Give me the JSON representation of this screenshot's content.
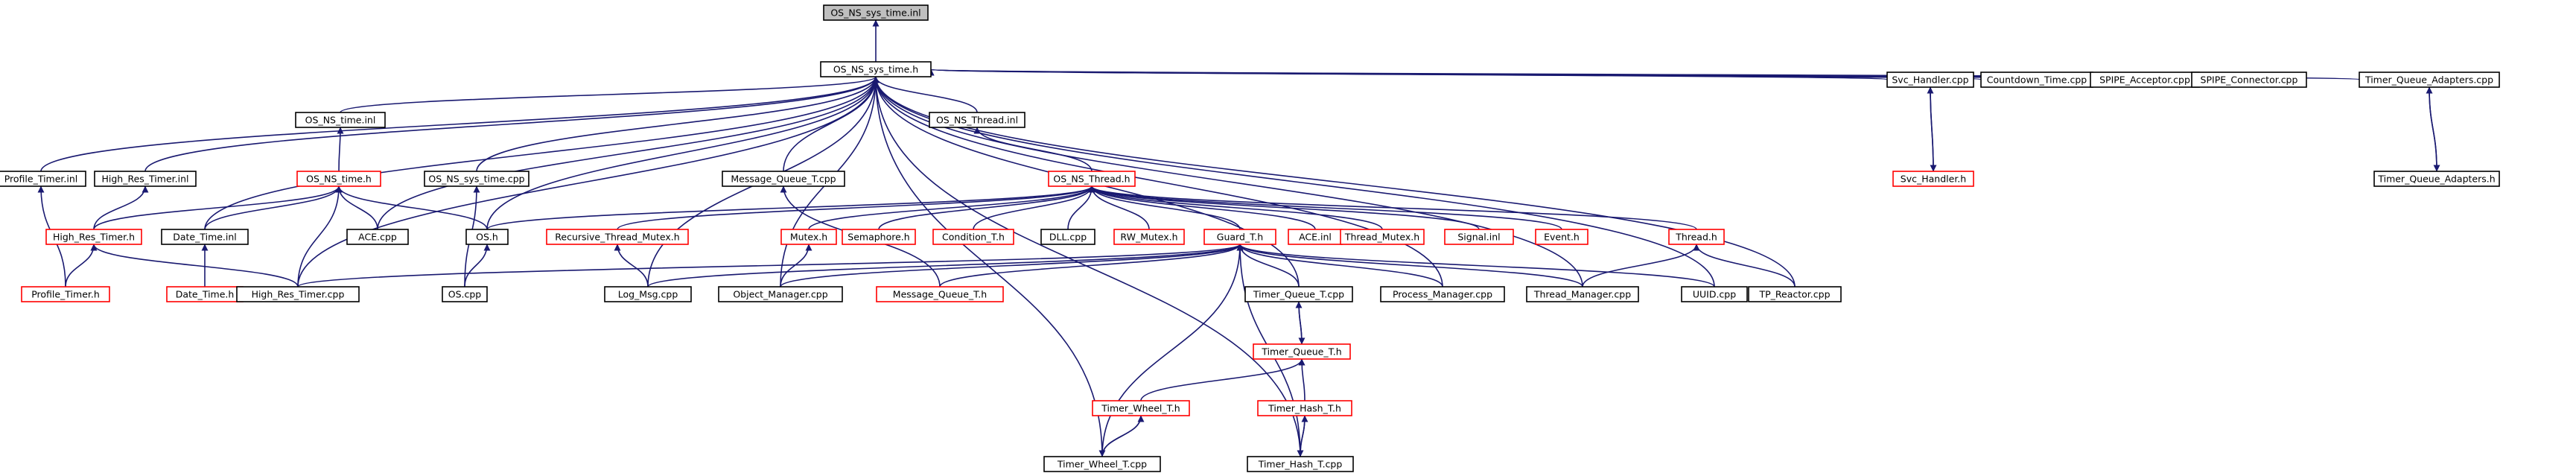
{
  "colors": {
    "edge": "#191970",
    "normal_border": "#000000",
    "missing_border": "#ff0000",
    "root_fill": "#bfbfbf",
    "background": "#ffffff"
  },
  "nodes": [
    {
      "id": "n00",
      "label": "OS_NS_sys_time.inl",
      "style": "root"
    },
    {
      "id": "n01",
      "label": "OS_NS_sys_time.h",
      "style": "normal"
    },
    {
      "id": "n02",
      "label": "OS_NS_time.inl",
      "style": "normal"
    },
    {
      "id": "n03",
      "label": "OS_NS_Thread.inl",
      "style": "normal"
    },
    {
      "id": "n04",
      "label": "Svc_Handler.cpp",
      "style": "normal"
    },
    {
      "id": "n05",
      "label": "Countdown_Time.cpp",
      "style": "normal"
    },
    {
      "id": "n06",
      "label": "SPIPE_Acceptor.cpp",
      "style": "normal"
    },
    {
      "id": "n07",
      "label": "SPIPE_Connector.cpp",
      "style": "normal"
    },
    {
      "id": "n08",
      "label": "Timer_Queue_Adapters.cpp",
      "style": "normal"
    },
    {
      "id": "n09",
      "label": "Profile_Timer.inl",
      "style": "normal"
    },
    {
      "id": "n10",
      "label": "High_Res_Timer.inl",
      "style": "normal"
    },
    {
      "id": "n11",
      "label": "OS_NS_time.h",
      "style": "missing"
    },
    {
      "id": "n12",
      "label": "OS_NS_sys_time.cpp",
      "style": "normal"
    },
    {
      "id": "n13",
      "label": "Message_Queue_T.cpp",
      "style": "normal"
    },
    {
      "id": "n14",
      "label": "OS_NS_Thread.h",
      "style": "missing"
    },
    {
      "id": "n15",
      "label": "Svc_Handler.h",
      "style": "missing"
    },
    {
      "id": "n16",
      "label": "Timer_Queue_Adapters.h",
      "style": "normal"
    },
    {
      "id": "n17",
      "label": "High_Res_Timer.h",
      "style": "missing"
    },
    {
      "id": "n18",
      "label": "Date_Time.inl",
      "style": "normal"
    },
    {
      "id": "n19",
      "label": "ACE.cpp",
      "style": "normal"
    },
    {
      "id": "n20",
      "label": "OS.h",
      "style": "normal"
    },
    {
      "id": "n21",
      "label": "Recursive_Thread_Mutex.h",
      "style": "missing"
    },
    {
      "id": "n22",
      "label": "Mutex.h",
      "style": "missing"
    },
    {
      "id": "n23",
      "label": "Semaphore.h",
      "style": "missing"
    },
    {
      "id": "n24",
      "label": "Condition_T.h",
      "style": "missing"
    },
    {
      "id": "n25",
      "label": "DLL.cpp",
      "style": "normal"
    },
    {
      "id": "n26",
      "label": "RW_Mutex.h",
      "style": "missing"
    },
    {
      "id": "n27",
      "label": "Guard_T.h",
      "style": "missing"
    },
    {
      "id": "n28",
      "label": "ACE.inl",
      "style": "missing"
    },
    {
      "id": "n29",
      "label": "Thread_Mutex.h",
      "style": "missing"
    },
    {
      "id": "n30",
      "label": "Signal.inl",
      "style": "missing"
    },
    {
      "id": "n31",
      "label": "Event.h",
      "style": "missing"
    },
    {
      "id": "n32",
      "label": "Thread.h",
      "style": "missing"
    },
    {
      "id": "n33",
      "label": "Profile_Timer.h",
      "style": "missing"
    },
    {
      "id": "n34",
      "label": "Date_Time.h",
      "style": "missing"
    },
    {
      "id": "n35",
      "label": "High_Res_Timer.cpp",
      "style": "normal"
    },
    {
      "id": "n36",
      "label": "OS.cpp",
      "style": "normal"
    },
    {
      "id": "n37",
      "label": "Log_Msg.cpp",
      "style": "normal"
    },
    {
      "id": "n38",
      "label": "Object_Manager.cpp",
      "style": "normal"
    },
    {
      "id": "n39",
      "label": "Message_Queue_T.h",
      "style": "missing"
    },
    {
      "id": "n40",
      "label": "Timer_Queue_T.cpp",
      "style": "normal"
    },
    {
      "id": "n41",
      "label": "Process_Manager.cpp",
      "style": "normal"
    },
    {
      "id": "n42",
      "label": "Thread_Manager.cpp",
      "style": "normal"
    },
    {
      "id": "n43",
      "label": "UUID.cpp",
      "style": "normal"
    },
    {
      "id": "n44",
      "label": "TP_Reactor.cpp",
      "style": "normal"
    },
    {
      "id": "n45",
      "label": "Timer_Queue_T.h",
      "style": "missing"
    },
    {
      "id": "n46",
      "label": "Timer_Wheel_T.h",
      "style": "missing"
    },
    {
      "id": "n47",
      "label": "Timer_Hash_T.h",
      "style": "missing"
    },
    {
      "id": "n48",
      "label": "Timer_Wheel_T.cpp",
      "style": "normal"
    },
    {
      "id": "n49",
      "label": "Timer_Hash_T.cpp",
      "style": "normal"
    }
  ],
  "edges": [
    {
      "from": "n01",
      "to": "n00"
    },
    {
      "from": "n02",
      "to": "n01"
    },
    {
      "from": "n03",
      "to": "n01"
    },
    {
      "from": "n04",
      "to": "n01"
    },
    {
      "from": "n05",
      "to": "n01"
    },
    {
      "from": "n06",
      "to": "n01"
    },
    {
      "from": "n07",
      "to": "n01"
    },
    {
      "from": "n08",
      "to": "n01"
    },
    {
      "from": "n09",
      "to": "n01"
    },
    {
      "from": "n10",
      "to": "n01"
    },
    {
      "from": "n12",
      "to": "n01"
    },
    {
      "from": "n13",
      "to": "n01"
    },
    {
      "from": "n18",
      "to": "n01"
    },
    {
      "from": "n19",
      "to": "n01"
    },
    {
      "from": "n20",
      "to": "n01"
    },
    {
      "from": "n35",
      "to": "n01"
    },
    {
      "from": "n37",
      "to": "n01"
    },
    {
      "from": "n38",
      "to": "n01"
    },
    {
      "from": "n40",
      "to": "n01"
    },
    {
      "from": "n41",
      "to": "n01"
    },
    {
      "from": "n42",
      "to": "n01"
    },
    {
      "from": "n43",
      "to": "n01"
    },
    {
      "from": "n44",
      "to": "n01"
    },
    {
      "from": "n48",
      "to": "n01"
    },
    {
      "from": "n49",
      "to": "n01"
    },
    {
      "from": "n11",
      "to": "n02"
    },
    {
      "from": "n14",
      "to": "n03"
    },
    {
      "from": "n15",
      "to": "n04"
    },
    {
      "from": "n16",
      "to": "n08"
    },
    {
      "from": "n33",
      "to": "n09"
    },
    {
      "from": "n17",
      "to": "n10"
    },
    {
      "from": "n17",
      "to": "n11"
    },
    {
      "from": "n18",
      "to": "n11"
    },
    {
      "from": "n19",
      "to": "n11"
    },
    {
      "from": "n20",
      "to": "n11"
    },
    {
      "from": "n35",
      "to": "n11"
    },
    {
      "from": "n36",
      "to": "n12"
    },
    {
      "from": "n39",
      "to": "n13"
    },
    {
      "from": "n20",
      "to": "n14"
    },
    {
      "from": "n21",
      "to": "n14"
    },
    {
      "from": "n22",
      "to": "n14"
    },
    {
      "from": "n23",
      "to": "n14"
    },
    {
      "from": "n24",
      "to": "n14"
    },
    {
      "from": "n25",
      "to": "n14"
    },
    {
      "from": "n26",
      "to": "n14"
    },
    {
      "from": "n27",
      "to": "n14"
    },
    {
      "from": "n28",
      "to": "n14"
    },
    {
      "from": "n29",
      "to": "n14"
    },
    {
      "from": "n30",
      "to": "n14"
    },
    {
      "from": "n31",
      "to": "n14"
    },
    {
      "from": "n32",
      "to": "n14"
    },
    {
      "from": "n04",
      "to": "n15"
    },
    {
      "from": "n08",
      "to": "n16"
    },
    {
      "from": "n33",
      "to": "n17"
    },
    {
      "from": "n35",
      "to": "n17"
    },
    {
      "from": "n34",
      "to": "n18"
    },
    {
      "from": "n36",
      "to": "n20"
    },
    {
      "from": "n37",
      "to": "n21"
    },
    {
      "from": "n38",
      "to": "n22"
    },
    {
      "from": "n35",
      "to": "n27"
    },
    {
      "from": "n37",
      "to": "n27"
    },
    {
      "from": "n38",
      "to": "n27"
    },
    {
      "from": "n39",
      "to": "n27"
    },
    {
      "from": "n40",
      "to": "n27"
    },
    {
      "from": "n41",
      "to": "n27"
    },
    {
      "from": "n42",
      "to": "n27"
    },
    {
      "from": "n43",
      "to": "n27"
    },
    {
      "from": "n48",
      "to": "n27"
    },
    {
      "from": "n49",
      "to": "n27"
    },
    {
      "from": "n44",
      "to": "n32"
    },
    {
      "from": "n42",
      "to": "n32"
    },
    {
      "from": "n45",
      "to": "n40"
    },
    {
      "from": "n40",
      "to": "n45"
    },
    {
      "from": "n46",
      "to": "n45"
    },
    {
      "from": "n47",
      "to": "n45"
    },
    {
      "from": "n48",
      "to": "n46"
    },
    {
      "from": "n46",
      "to": "n48"
    },
    {
      "from": "n49",
      "to": "n47"
    },
    {
      "from": "n47",
      "to": "n49"
    }
  ]
}
